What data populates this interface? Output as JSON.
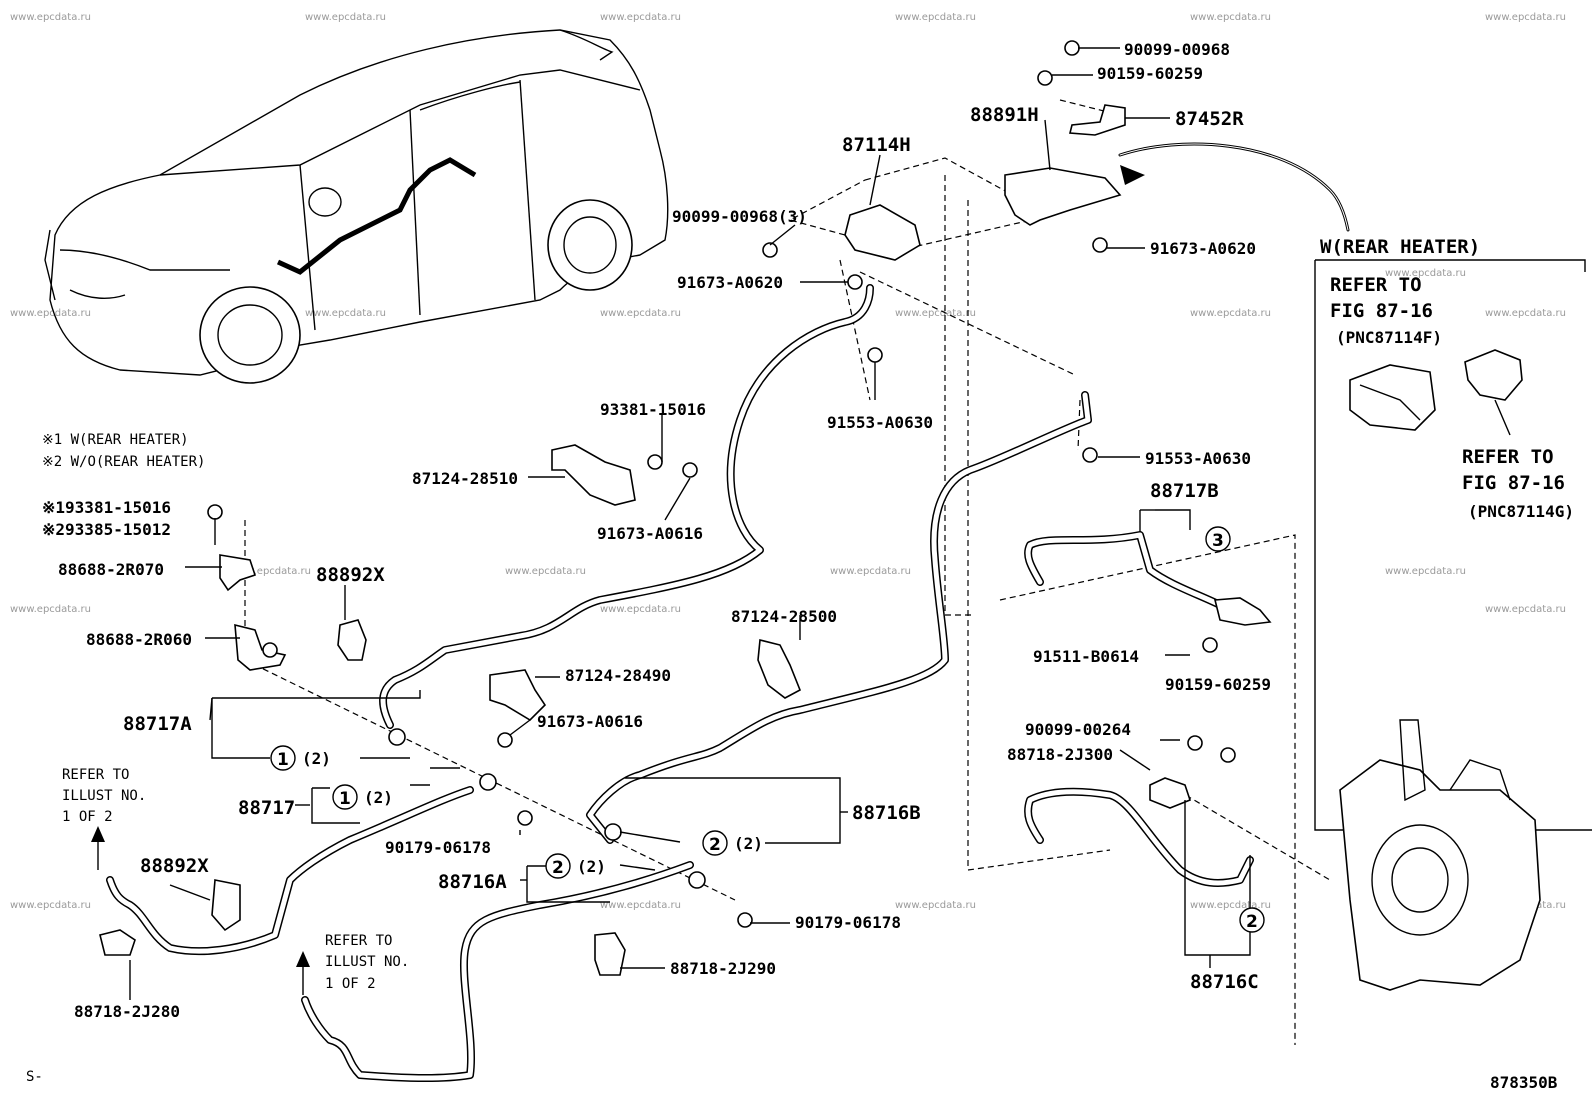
{
  "watermark": "www.epcdata.ru",
  "notes": {
    "note1": "※1 W(REAR HEATER)",
    "note2": "※2 W/O(REAR HEATER)"
  },
  "variant_heading": "W(REAR HEATER)",
  "refers": {
    "fig_a": [
      "REFER TO",
      "FIG 87-16",
      "(PNC87114F)"
    ],
    "fig_b": [
      "REFER TO",
      "FIG 87-16",
      "(PNC87114G)"
    ],
    "illust_a": [
      "REFER TO",
      "ILLUST NO.",
      "1 OF 2"
    ],
    "illust_b": [
      "REFER TO",
      "ILLUST NO.",
      "1 OF 2"
    ]
  },
  "labels": {
    "p9009900968": "90099-00968",
    "p9015960259a": "90159-60259",
    "p88891H": "88891H",
    "p87452R": "87452R",
    "p87114H": "87114H",
    "p9009900968x3": "90099-00968(3)",
    "p91673A0620a": "91673-A0620",
    "p91673A0620b": "91673-A0620",
    "p91553A0630a": "91553-A0630",
    "p91553A0630b": "91553-A0630",
    "p9338115016": "93381-15016",
    "p8712428510": "87124-28510",
    "p91673A0616a": "91673-A0616",
    "p91673A0616b": "91673-A0616",
    "p88717B": "88717B",
    "p9338115016b": "※193381-15016",
    "p9338515012": "※293385-15012",
    "p886882R070": "88688-2R070",
    "p88892Xa": "88892X",
    "p886882R060": "88688-2R060",
    "p8712428500": "87124-28500",
    "p8712428490": "87124-28490",
    "p91511B0614": "91511-B0614",
    "p9015960259b": "90159-60259",
    "p88717A": "88717A",
    "p9009900264": "90099-00264",
    "p887182J300": "88718-2J300",
    "p88717": "88717",
    "p88716B": "88716B",
    "p9017906178a": "90179-06178",
    "p88892Xb": "88892X",
    "p88716A": "88716A",
    "p9017906178b": "90179-06178",
    "p887182J290": "88718-2J290",
    "p887182J280": "88718-2J280",
    "p88716C": "88716C"
  },
  "qty": {
    "q1a": "(2)",
    "q1b": "(2)",
    "q2a": "(2)",
    "q2b": "(2)"
  },
  "circles": {
    "c1a": "1",
    "c1b": "1",
    "c2a": "2",
    "c2b": "2",
    "c2c": "2",
    "c3": "3"
  },
  "corner": {
    "left": "S-",
    "right": "878350B"
  }
}
